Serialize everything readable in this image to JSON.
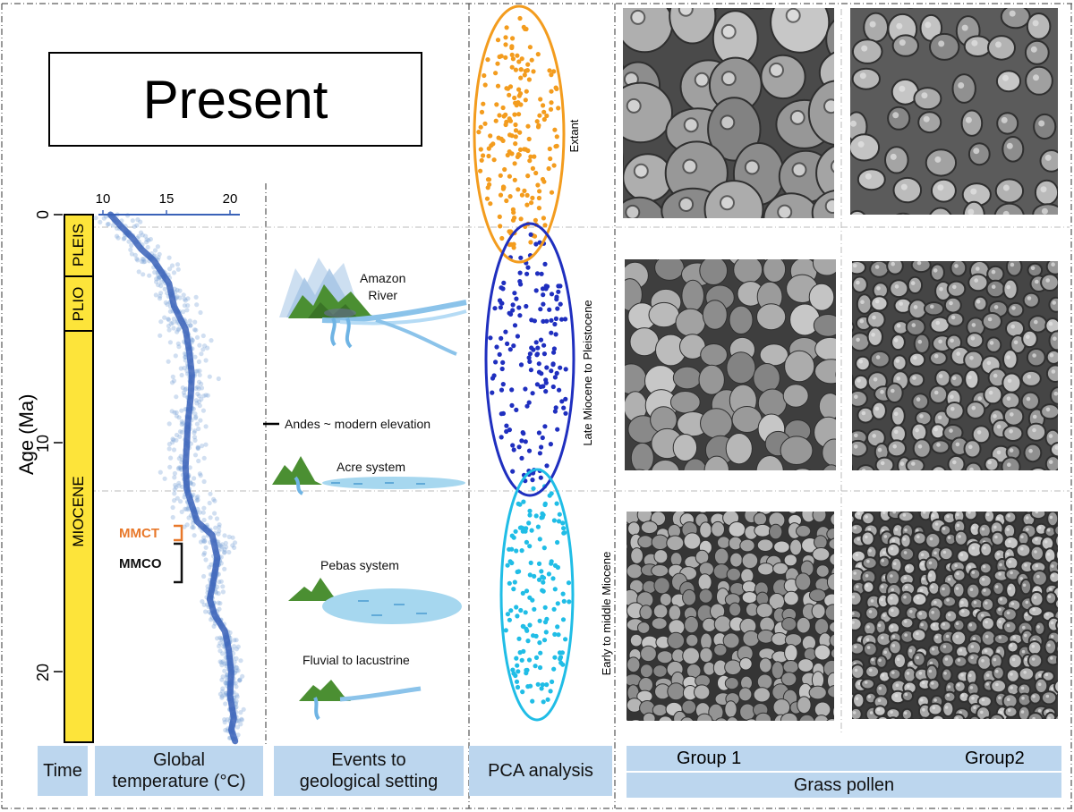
{
  "present_label": "Present",
  "time_axis": {
    "label": "Age (Ma)",
    "ticks": [
      "0",
      "10",
      "20"
    ],
    "epochs": [
      "PLEIS",
      "PLIO",
      "MIOCENE"
    ]
  },
  "temperature_axis": {
    "ticks": [
      "10",
      "15",
      "20"
    ]
  },
  "climate_events": {
    "mmct": "MMCT",
    "mmco": "MMCO"
  },
  "geological_events": {
    "amazon_river": "Amazon\nRiver",
    "andes": "Andes ~ modern elevation",
    "acre": "Acre system",
    "pebas": "Pebas system",
    "fluvial": "Fluvial to lacustrine"
  },
  "pca_groups": {
    "extant": "Extant",
    "late": "Late Miocene to Pleistocene",
    "early": "Early to middle Miocene"
  },
  "colors": {
    "extant": "#f39c1e",
    "late": "#1f2fbf",
    "early": "#20bde6",
    "label_bg": "#bcd6ee",
    "mmct": "#e8782a",
    "epoch_bar": "#fde43a",
    "temp_line": "#3a62b8"
  },
  "footer": {
    "time": "Time",
    "temperature": "Global\ntemperature (°C)",
    "events": "Events to\ngeological setting",
    "pca": "PCA analysis",
    "group1": "Group 1",
    "group2": "Group2",
    "pollen": "Grass pollen"
  },
  "chart_data": {
    "type": "line",
    "title": "",
    "xlabel": "",
    "ylabel": "Age (Ma)",
    "xlim": [
      10,
      21
    ],
    "ylim": [
      0,
      23
    ],
    "series": [
      {
        "x": [
          10.6,
          11.4,
          12.3,
          13.0,
          14.0,
          15.2,
          15.6,
          16.5,
          16.8,
          17.0,
          16.9,
          16.7,
          16.6,
          16.5,
          16.6,
          17.4,
          18.6,
          19.0,
          18.7,
          18.4,
          18.8,
          19.6,
          19.9,
          20.1,
          20.0,
          20.3,
          20.1,
          20.4
        ],
        "y": [
          0,
          0.5,
          1.0,
          1.5,
          2.0,
          3.0,
          4.0,
          5.0,
          6.0,
          7.0,
          8.0,
          9.0,
          10.0,
          11.0,
          12.0,
          13.4,
          14.0,
          15.0,
          16.0,
          16.8,
          17.5,
          18.2,
          19.0,
          20.0,
          21.0,
          22.0,
          22.5,
          23.0
        ]
      }
    ]
  }
}
